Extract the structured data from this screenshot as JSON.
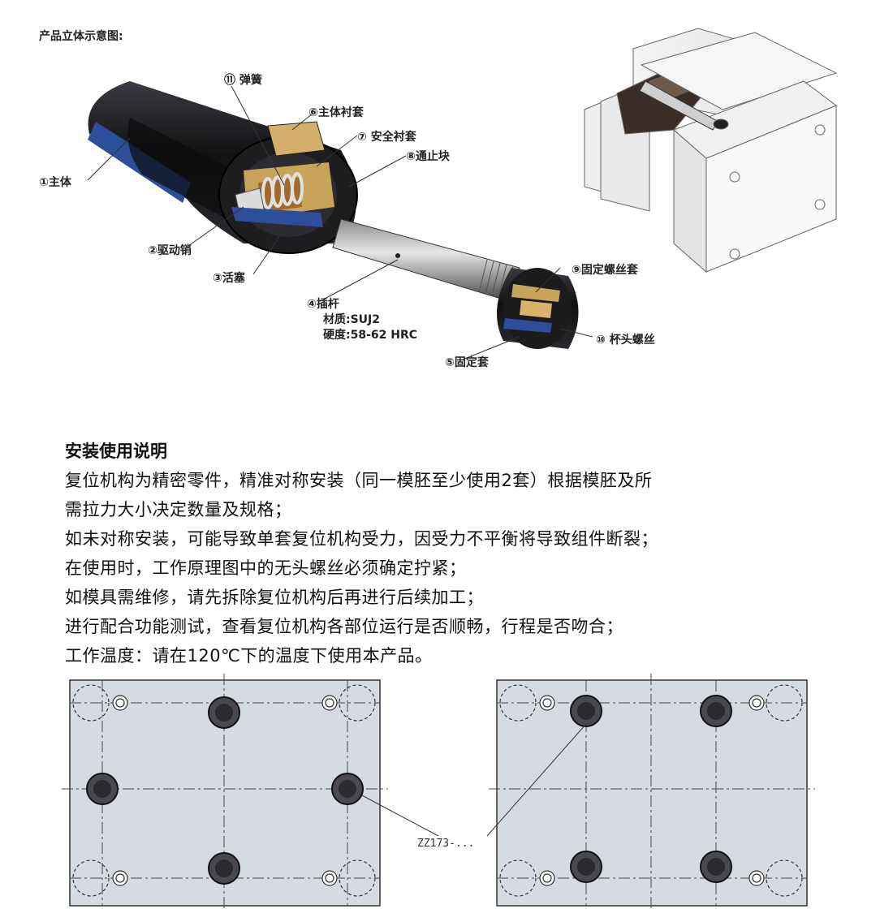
{
  "header": {
    "title": "产品立体示意图:"
  },
  "diagram": {
    "parts": {
      "p1": "①主体",
      "p2": "②驱动销",
      "p3": "③活塞",
      "p4": "④插杆",
      "p4_material": "材质:SUJ2",
      "p4_hardness": "硬度:58-62 HRC",
      "p5": "⑤固定套",
      "p6": "⑥主体衬套",
      "p7": "⑦ 安全衬套",
      "p8": "⑧通止块",
      "p9": "⑨固定螺丝套",
      "p10": "⑩ 杯头螺丝",
      "p11": "⑪ 弹簧"
    }
  },
  "install": {
    "title": "安装使用说明",
    "lines": [
      "复位机构为精密零件，精准对称安装（同一模胚至少使用2套）根据模胚及所",
      "需拉力大小决定数量及规格；",
      "如未对称安装，可能导致单套复位机构受力，因受力不平衡将导致组件断裂；",
      "在使用时，工作原理图中的无头螺丝必须确定拧紧；",
      "如模具需维修，请先拆除复位机构后再进行后续加工；",
      "进行配合功能测试，查看复位机构各部位运行是否顺畅，行程是否吻合；",
      "工作温度：请在120℃下的温度下使用本产品。"
    ]
  },
  "plates": {
    "label": "ZZ173-..."
  },
  "colors": {
    "body_dark": "#1c1c1f",
    "accent_blue": "#2d4f9a",
    "brass": "#c8a45a",
    "plate_fill": "#d6dbe2"
  }
}
